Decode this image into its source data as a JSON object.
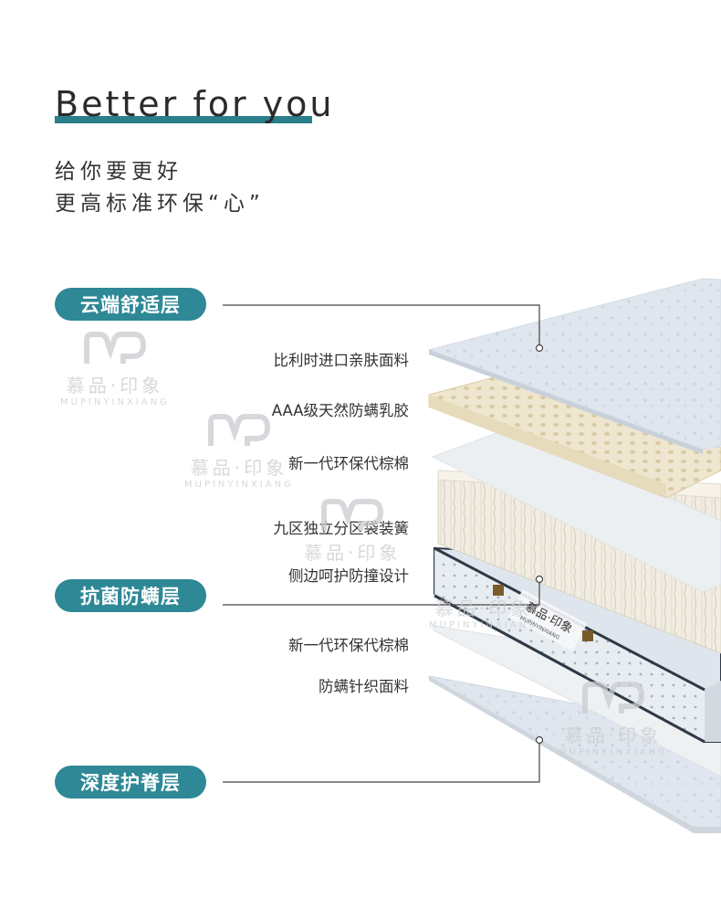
{
  "header": {
    "title": "Better for you",
    "subtitle_line1": "给你要更好",
    "subtitle_line2": "更高标准环保“心”"
  },
  "sections": [
    {
      "label": "云端舒适层"
    },
    {
      "label": "抗菌防螨层"
    },
    {
      "label": "深度护脊层"
    }
  ],
  "features": [
    "比利时进口亲肤面料",
    "AAA级天然防螨乳胶",
    "新一代环保代棕棉",
    "九区独立分区袋装簧",
    "侧边呵护防撞设计",
    "新一代环保代棕棉",
    "防螨针织面料"
  ],
  "watermark": {
    "brand_cn": "慕品·印象",
    "brand_en": "MUPINYINXIANG"
  },
  "mattress_label": {
    "brand_cn": "慕品·印象",
    "brand_en": "MUPINYINXIANG"
  },
  "colors": {
    "accent": "#2e8896",
    "title_bar": "#2a7f8a",
    "text": "#333333"
  }
}
